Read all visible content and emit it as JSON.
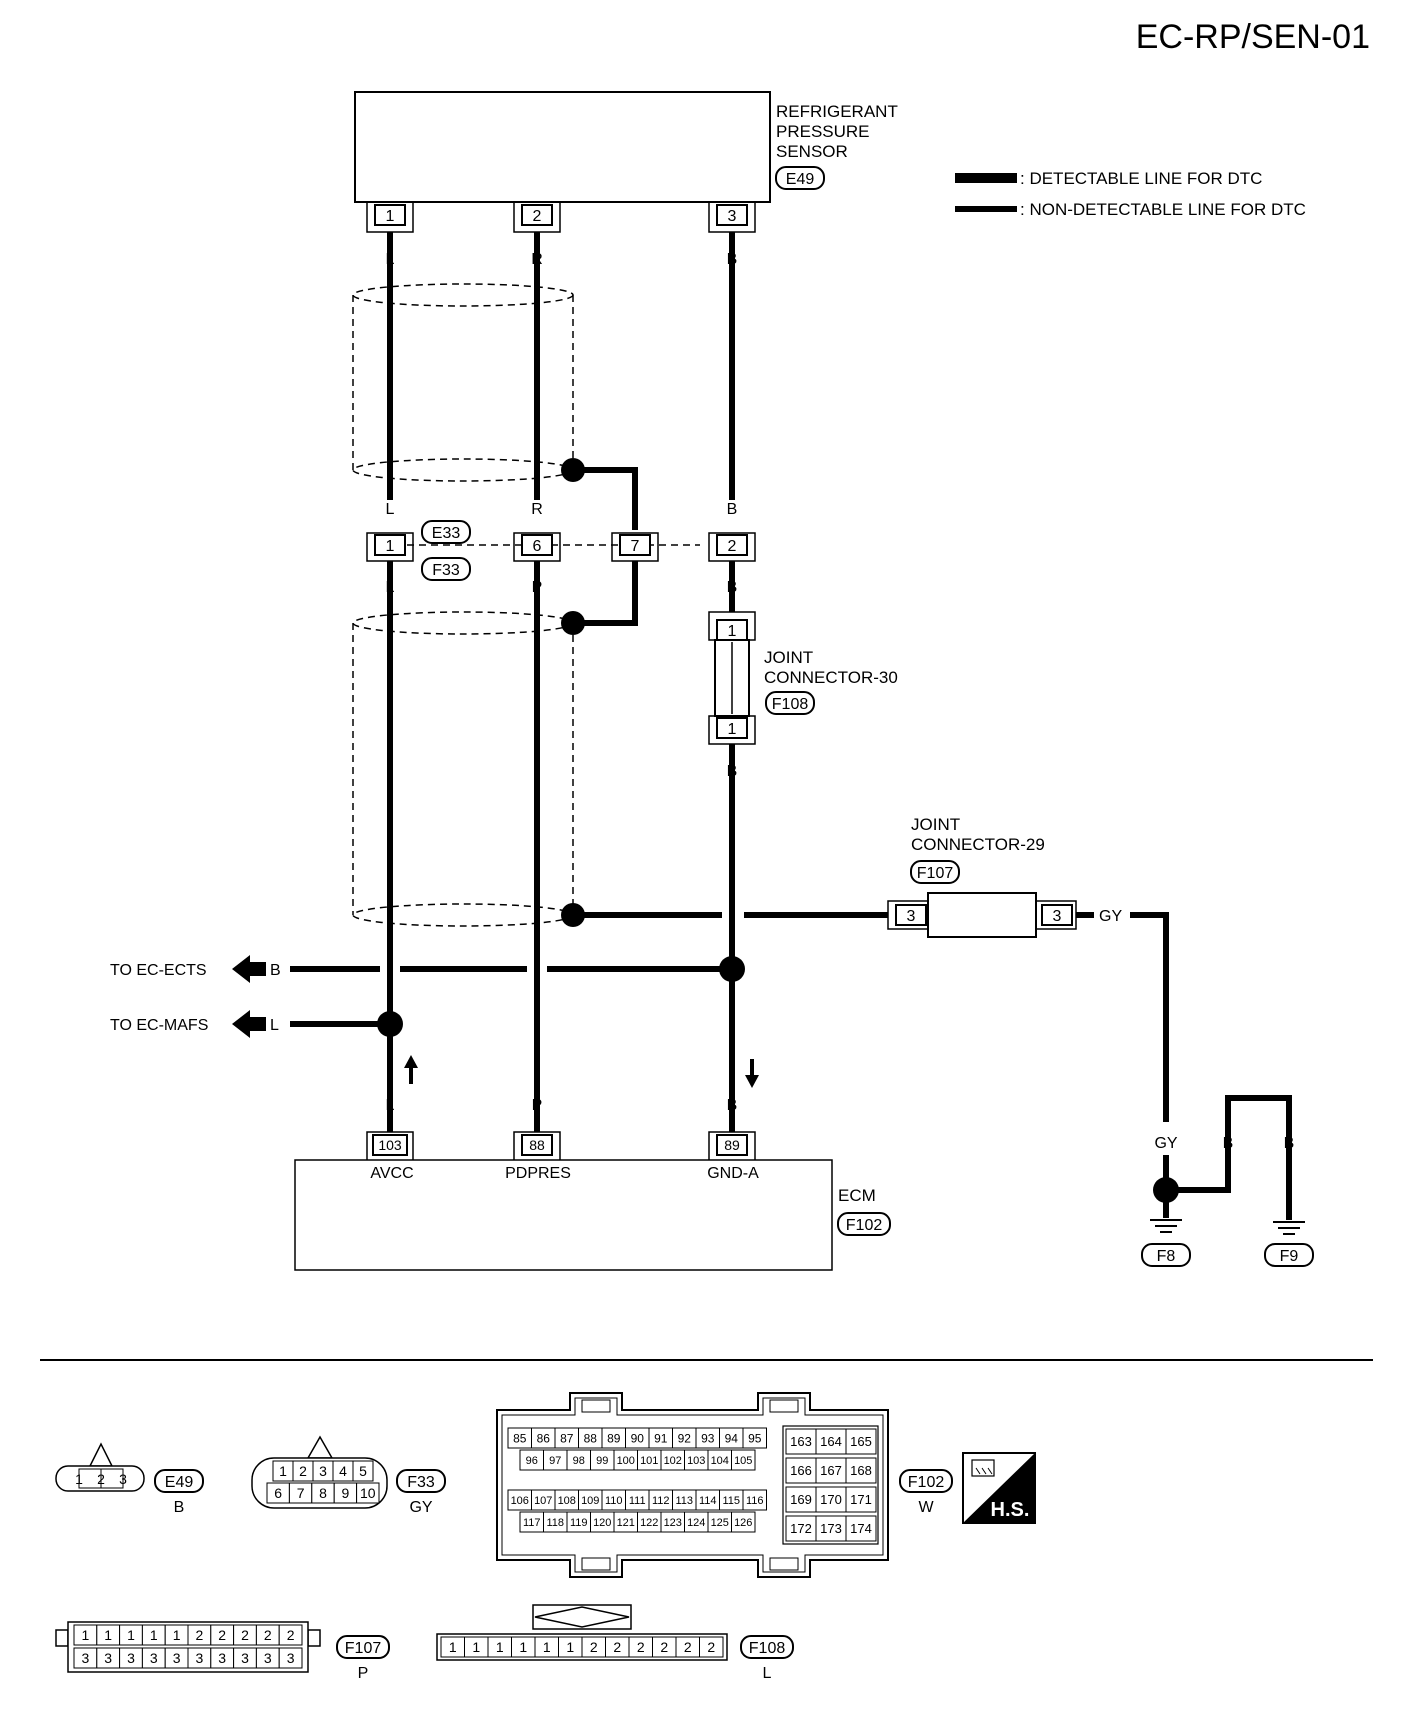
{
  "page_id": "EC-RP/SEN-01",
  "legend": {
    "detectable": ": DETECTABLE LINE FOR DTC",
    "non_detectable": ": NON-DETECTABLE LINE FOR DTC"
  },
  "sensor": {
    "name_lines": [
      "REFRIGERANT",
      "PRESSURE",
      "SENSOR"
    ],
    "connector": "E49",
    "pins": [
      "1",
      "2",
      "3"
    ]
  },
  "wire_colors": {
    "l": "L",
    "r": "R",
    "b": "B",
    "p": "P",
    "gy": "GY"
  },
  "harness_connector": {
    "upper": "E33",
    "lower": "F33",
    "pins": [
      "1",
      "6",
      "7",
      "2"
    ]
  },
  "joint30": {
    "name_lines": [
      "JOINT",
      "CONNECTOR-30"
    ],
    "connector": "F108",
    "pin": "1"
  },
  "joint29": {
    "name_lines": [
      "JOINT",
      "CONNECTOR-29"
    ],
    "connector": "F107",
    "pin": "3"
  },
  "arrows": {
    "to_ects": "TO EC-ECTS",
    "to_mafs": "TO EC-MAFS"
  },
  "ecm": {
    "name": "ECM",
    "connector": "F102",
    "pins": [
      "103",
      "88",
      "89"
    ],
    "signals": [
      "AVCC",
      "PDPRES",
      "GND-A"
    ]
  },
  "grounds": [
    "F8",
    "F9"
  ],
  "connector_views": {
    "e49": {
      "id": "E49",
      "color": "B",
      "pins": [
        "1",
        "2",
        "3"
      ]
    },
    "f33": {
      "id": "F33",
      "color": "GY",
      "top": [
        "1",
        "2",
        "3",
        "4",
        "5"
      ],
      "bottom": [
        "6",
        "7",
        "8",
        "9",
        "10"
      ]
    },
    "f102": {
      "id": "F102",
      "color": "W",
      "row1": [
        "85",
        "86",
        "87",
        "88",
        "89",
        "90",
        "91",
        "92",
        "93",
        "94",
        "95"
      ],
      "row2": [
        "96",
        "97",
        "98",
        "99",
        "100",
        "101",
        "102",
        "103",
        "104",
        "105"
      ],
      "row3": [
        "106",
        "107",
        "108",
        "109",
        "110",
        "111",
        "112",
        "113",
        "114",
        "115",
        "116"
      ],
      "row4": [
        "117",
        "118",
        "119",
        "120",
        "121",
        "122",
        "123",
        "124",
        "125",
        "126"
      ],
      "right": [
        "163",
        "164",
        "165",
        "166",
        "167",
        "168",
        "169",
        "170",
        "171",
        "172",
        "173",
        "174"
      ]
    },
    "f107": {
      "id": "F107",
      "color": "P",
      "top": [
        "1",
        "1",
        "1",
        "1",
        "1",
        "2",
        "2",
        "2",
        "2",
        "2"
      ],
      "bottom": [
        "3",
        "3",
        "3",
        "3",
        "3",
        "3",
        "3",
        "3",
        "3",
        "3"
      ]
    },
    "f108": {
      "id": "F108",
      "color": "L",
      "pins": [
        "1",
        "1",
        "1",
        "1",
        "1",
        "1",
        "2",
        "2",
        "2",
        "2",
        "2",
        "2"
      ]
    }
  },
  "hs_badge": "H.S."
}
